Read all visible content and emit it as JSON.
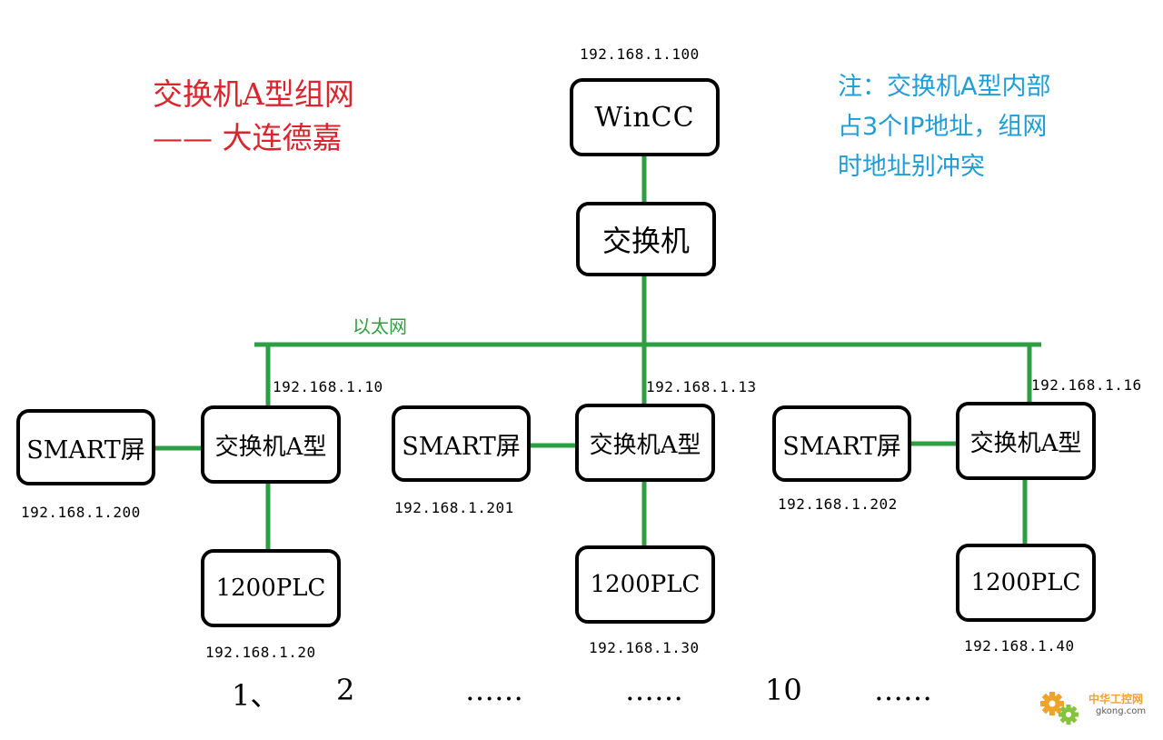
{
  "colors": {
    "title": "#d7262e",
    "note": "#1f9ed6",
    "line": "#2e9e44",
    "ethernet_label": "#2e9e44",
    "box_border": "#000000"
  },
  "title": {
    "line1": "交换机A型组网",
    "line2": "—— 大连德嘉"
  },
  "note": {
    "line1": "注：交换机A型内部",
    "line2": "占3个IP地址，组网",
    "line3": "时地址别冲突"
  },
  "top": {
    "wincc_ip": "192.168.1.100",
    "wincc_label": "WinCC",
    "switch_label": "交换机",
    "ethernet_label": "以太网"
  },
  "groups": [
    {
      "switch_ip": "192.168.1.10",
      "switch_label": "交换机A型",
      "hmi_label": "SMART屏",
      "hmi_ip": "192.168.1.200",
      "plc_label": "1200PLC",
      "plc_ip": "192.168.1.20"
    },
    {
      "switch_ip": "192.168.1.13",
      "switch_label": "交换机A型",
      "hmi_label": "SMART屏",
      "hmi_ip": "192.168.1.201",
      "plc_label": "1200PLC",
      "plc_ip": "192.168.1.30"
    },
    {
      "switch_ip": "192.168.1.16",
      "switch_label": "交换机A型",
      "hmi_label": "SMART屏",
      "hmi_ip": "192.168.1.202",
      "plc_label": "1200PLC",
      "plc_ip": "192.168.1.40"
    }
  ],
  "sequence": [
    "1、",
    "2",
    "……",
    "……",
    "10",
    "……"
  ],
  "watermark": {
    "cn": "中华工控网",
    "url": "gkong.com",
    "icon": "gear-icon"
  }
}
